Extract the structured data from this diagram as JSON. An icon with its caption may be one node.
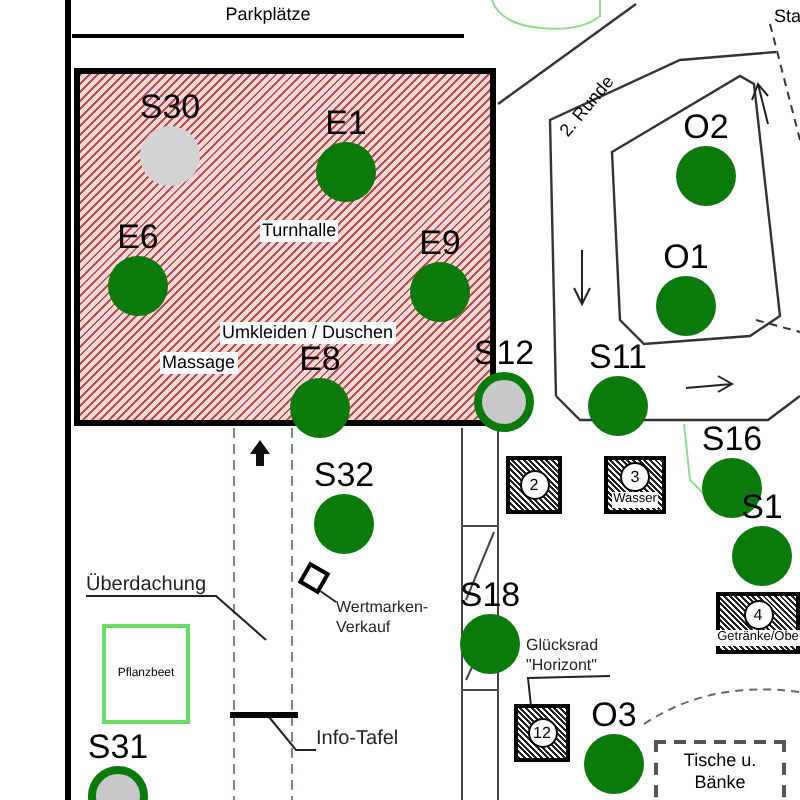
{
  "diagram": {
    "nodes": [
      {
        "text": [
          "Parkplätze"
        ]
      },
      {
        "text": [
          "Turnhalle",
          "Umkleiden / Duschen",
          "Massage"
        ]
      },
      {
        "text": [
          "S30"
        ],
        "in": 1
      },
      {
        "text": [
          "E1"
        ],
        "in": 1
      },
      {
        "text": [
          "E6"
        ],
        "in": 1
      },
      {
        "text": [
          "E9"
        ],
        "in": 1
      },
      {
        "text": [
          "E8"
        ],
        "in": 1
      },
      {
        "text": [
          "S12"
        ]
      },
      {
        "text": [
          "S11"
        ]
      },
      {
        "text": [
          "O2"
        ]
      },
      {
        "text": [
          "O1"
        ]
      },
      {
        "text": [
          "S16"
        ]
      },
      {
        "text": [
          "S1"
        ]
      },
      {
        "text": [
          "S32"
        ]
      },
      {
        "text": [
          "S18"
        ]
      },
      {
        "text": [
          "O3"
        ]
      },
      {
        "text": [
          "S31"
        ]
      },
      {
        "text": [
          "2"
        ]
      },
      {
        "text": [
          "3",
          "Wasser"
        ]
      },
      {
        "text": [
          "4",
          "Getränke/Obe"
        ]
      },
      {
        "text": [
          "12"
        ]
      },
      {
        "text": [
          "Glücksrad \"Horizont\""
        ]
      },
      {
        "text": [
          "Wertmarken- Verkauf"
        ]
      },
      {
        "text": [],
        "shape": "box"
      },
      {
        "text": [
          "Überdachung"
        ]
      },
      {
        "text": [
          "Info-Tafel"
        ]
      },
      {
        "text": [],
        "shape": "bar"
      },
      {
        "text": [
          "Pflanzbeet"
        ]
      },
      {
        "text": [
          "Tische u. Bänke"
        ]
      }
    ],
    "edges": [
      {
        "from": 24,
        "to": null,
        "arrow": "none"
      },
      {
        "from": 22,
        "to": 23,
        "arrow": "none"
      },
      {
        "from": 25,
        "to": 26,
        "arrow": "none"
      },
      {
        "from": 21,
        "to": 20,
        "arrow": "none"
      }
    ],
    "labels": [
      "2. Runde",
      "Sta"
    ]
  }
}
